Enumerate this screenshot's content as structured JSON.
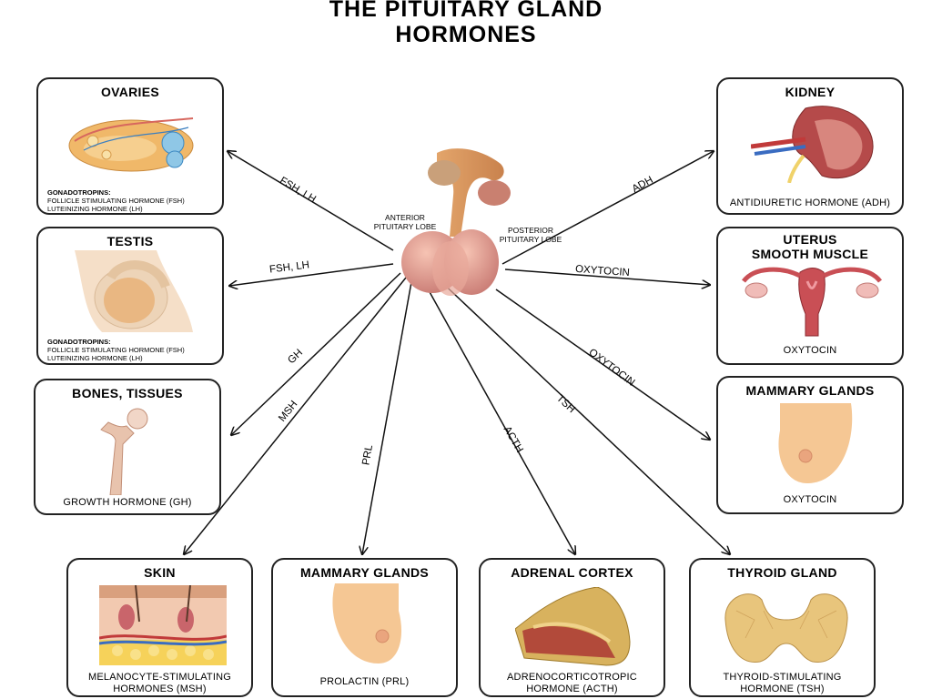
{
  "title": {
    "line1": "THE PITUITARY GLAND",
    "line2": "HORMONES"
  },
  "pituitary": {
    "anterior_label": "ANTERIOR\nPITUITARY LOBE",
    "posterior_label": "POSTERIOR\nPITUITARY LOBE"
  },
  "boxes": {
    "ovaries": {
      "title": "OVARIES",
      "gona_head": "GONADOTROPINS:",
      "line1": "FOLLICLE STIMULATING HORMONE (FSH)",
      "line2": "LUTEINIZING HORMONE (LH)"
    },
    "testis": {
      "title": "TESTIS",
      "gona_head": "GONADOTROPINS:",
      "line1": "FOLLICLE STIMULATING HORMONE (FSH)",
      "line2": "LUTEINIZING HORMONE (LH)"
    },
    "bones": {
      "title": "BONES, TISSUES",
      "caption": "GROWTH HORMONE (GH)"
    },
    "skin": {
      "title": "SKIN",
      "caption1": "MELANOCYTE-STIMULATING",
      "caption2": "HORMONES (MSH)"
    },
    "mammary_bottom": {
      "title": "MAMMARY GLANDS",
      "caption": "PROLACTIN (PRL)"
    },
    "adrenal": {
      "title": "ADRENAL CORTEX",
      "caption1": "ADRENOCORTICOTROPIC",
      "caption2": "HORMONE (ACTH)"
    },
    "thyroid": {
      "title": "THYROID GLAND",
      "caption1": "THYROID-STIMULATING",
      "caption2": "HORMONE (TSH)"
    },
    "kidney": {
      "title": "KIDNEY",
      "caption": "ANTIDIURETIC HORMONE (ADH)"
    },
    "uterus": {
      "title1": "UTERUS",
      "title2": "SMOOTH MUSCLE",
      "caption": "OXYTOCIN"
    },
    "mammary_right": {
      "title": "MAMMARY GLANDS",
      "caption": "OXYTOCIN"
    }
  },
  "arrows": {
    "ovaries": "FSH, LH",
    "testis": "FSH, LH",
    "bones": "GH",
    "skin": "MSH",
    "mammary_bottom": "PRL",
    "adrenal": "ACTH",
    "thyroid": "TSH",
    "kidney": "ADH",
    "uterus": "OXYTOCIN",
    "mammary_right": "OXYTOCIN"
  },
  "colors": {
    "skin_tone": "#f3c79a",
    "organ_pink": "#e3a09a",
    "arrow": "#111111"
  }
}
